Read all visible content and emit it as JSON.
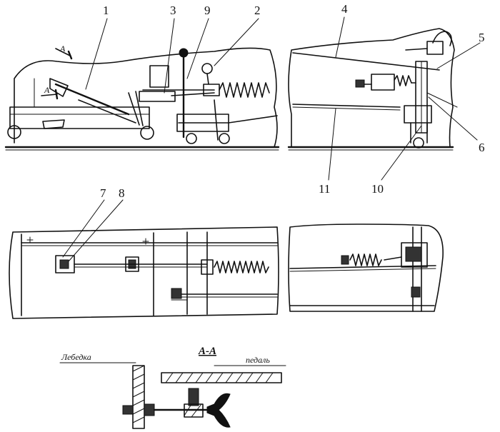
{
  "labels": {
    "n1": "1",
    "n2": "2",
    "n3": "3",
    "n4": "4",
    "n5": "5",
    "n6": "6",
    "n7": "7",
    "n8": "8",
    "n9": "9",
    "n10": "10",
    "n11": "11"
  },
  "section_marks": {
    "a_upper": "A",
    "a_lower": "A"
  },
  "section": {
    "title": "A-A",
    "winch_label": "Лебедка",
    "pedal_label": "педаль"
  }
}
